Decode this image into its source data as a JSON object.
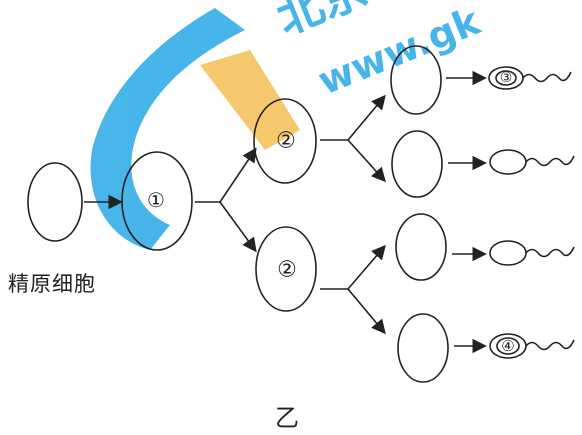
{
  "labels": {
    "origin_cell": "精原细胞",
    "panel": "乙"
  },
  "cells": {
    "primary": "①",
    "secondary_top": "②",
    "secondary_bottom": "②",
    "sperm_first": "③",
    "sperm_last": "④"
  },
  "watermark": {
    "logo_text": "北京",
    "url_text": "www.gk",
    "colors": [
      "#35aee8",
      "#f6c35e"
    ]
  }
}
